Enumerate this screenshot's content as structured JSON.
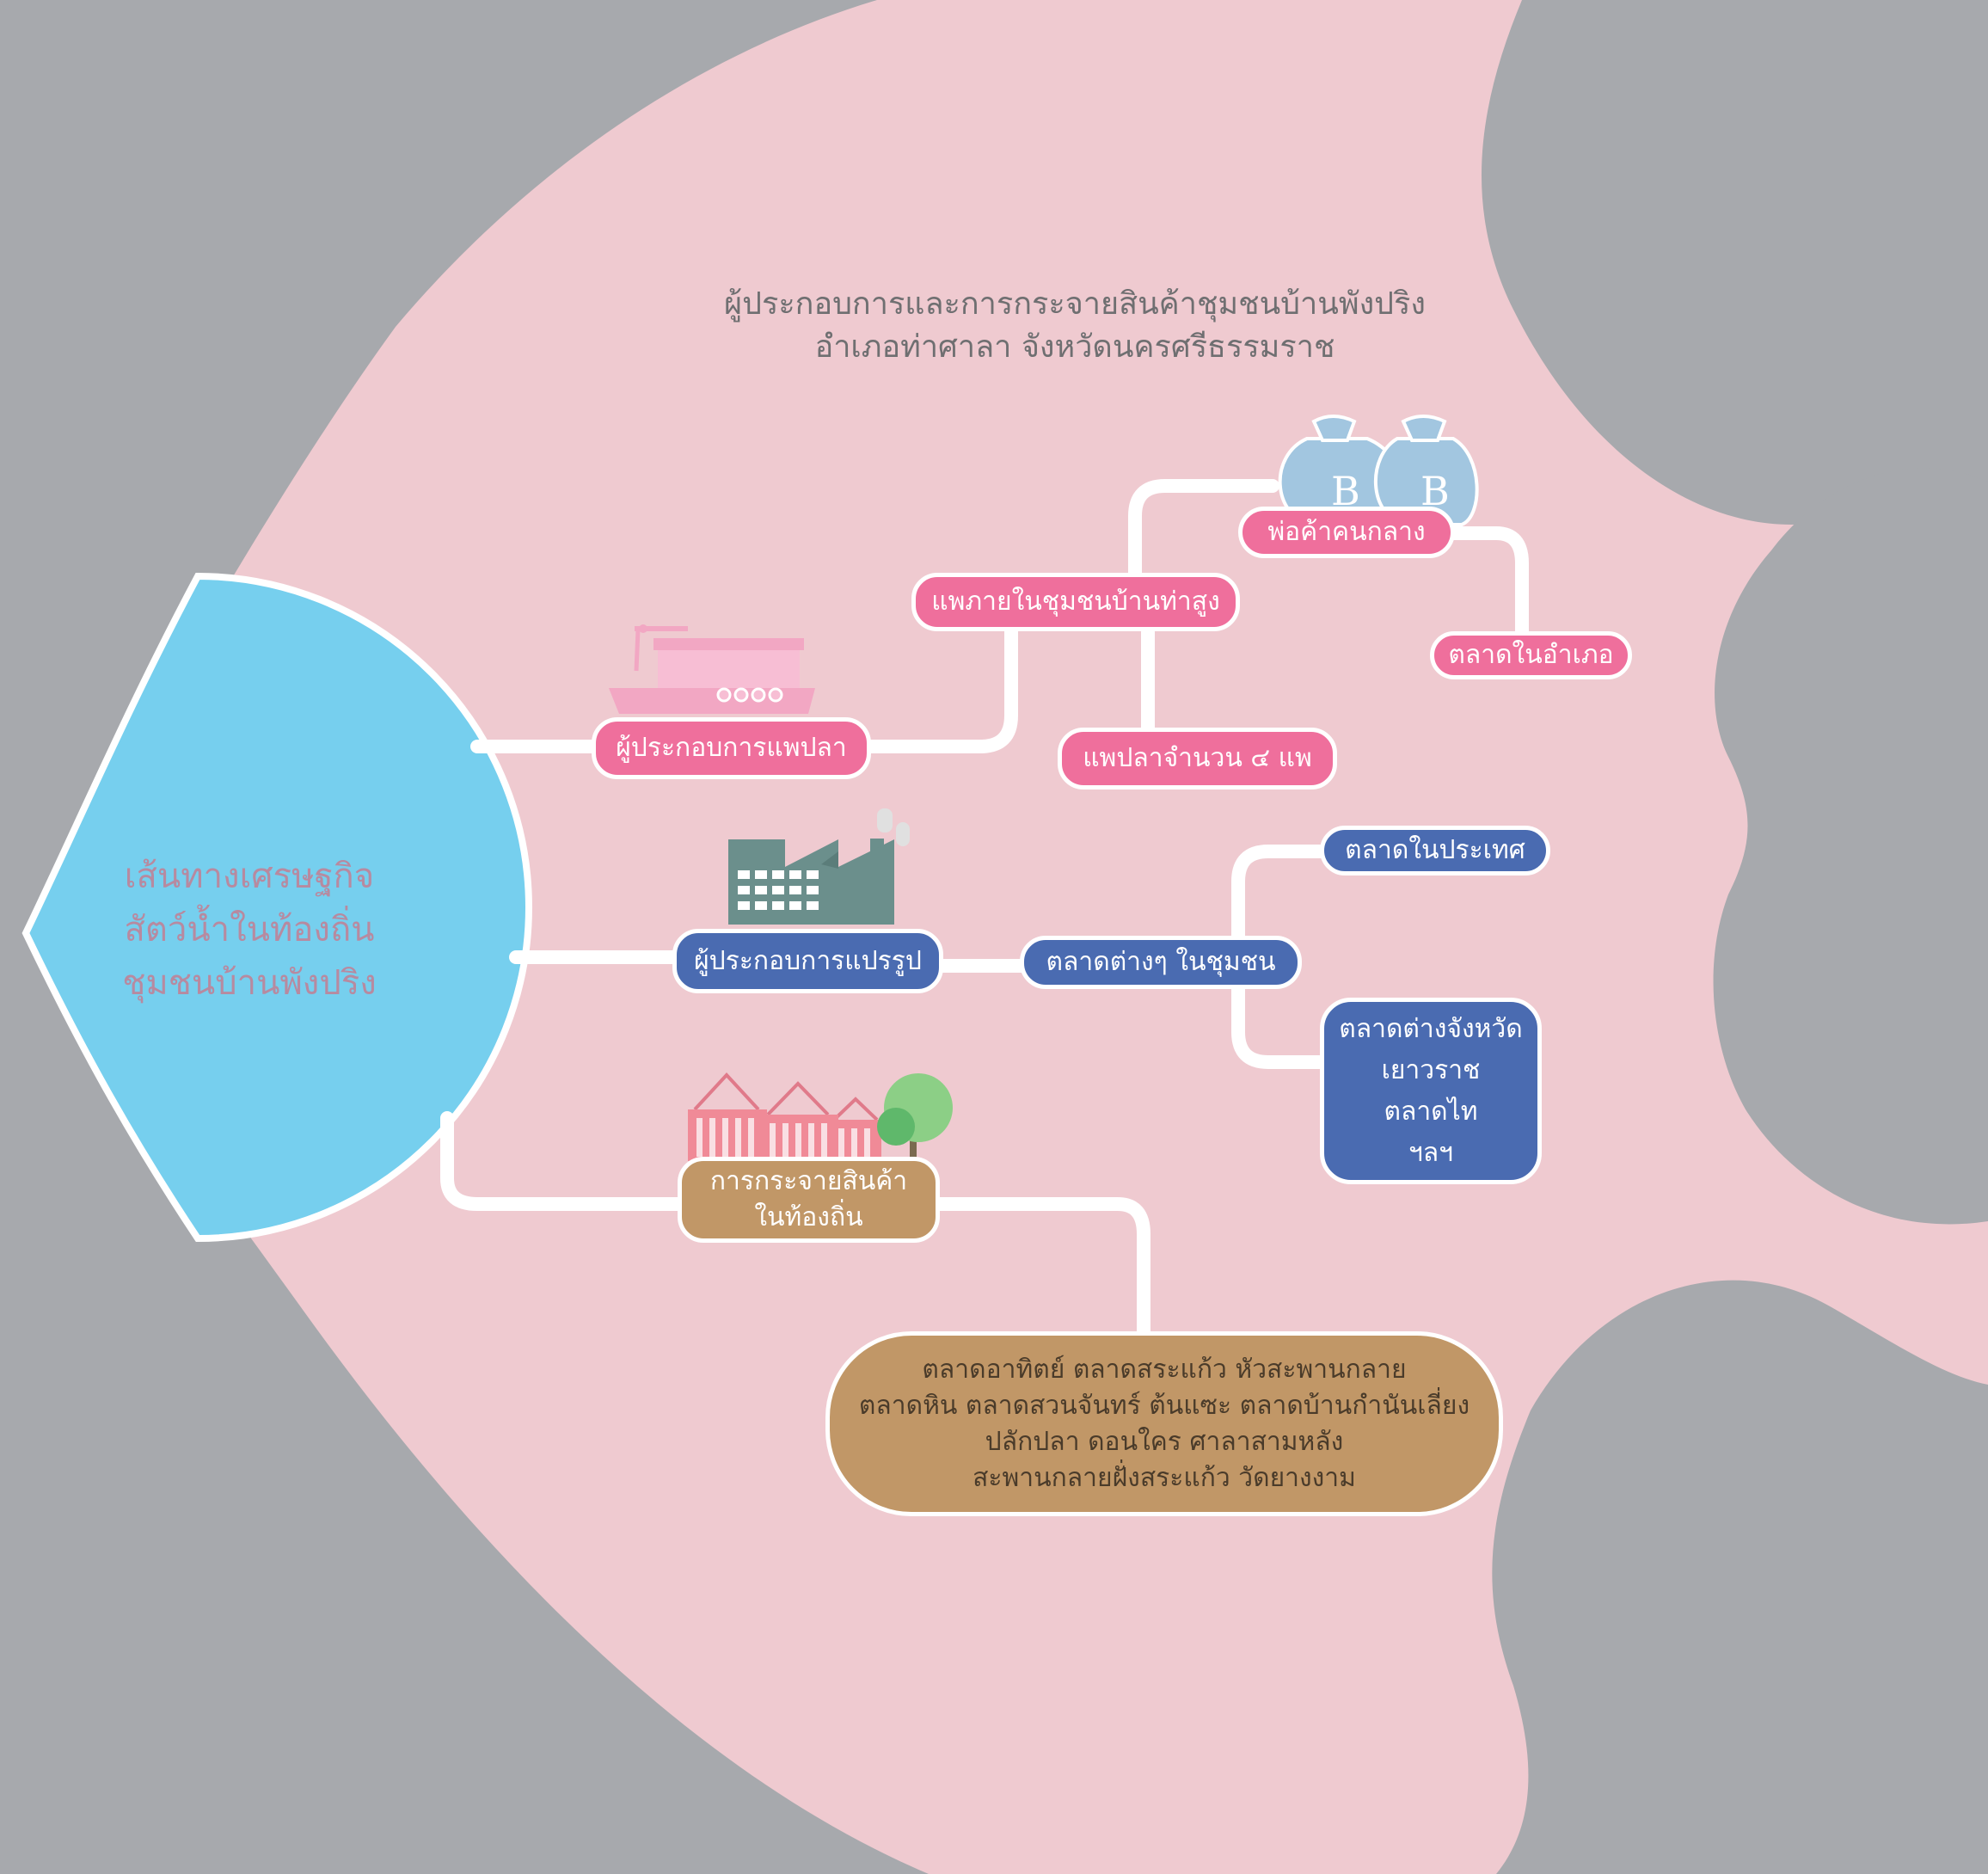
{
  "title": {
    "line1": "ผู้ประกอบการและการกระจายสินค้าชุมชนบ้านพังปริง",
    "line2": "อำเภอท่าศาลา จังหวัดนครศรีธรรมราช"
  },
  "hub": {
    "line1": "เส้นทางเศรษฐกิจ",
    "line2": "สัตว์น้ำในท้องถิ่น",
    "line3": "ชุมชนบ้านพังปริง"
  },
  "raft": {
    "operator": "ผู้ประกอบการแพปลา",
    "village_raft": "แพภายในชุมชนบ้านท่าสูง",
    "raft_count": "แพปลาจำนวน ๔ แพ",
    "middleman": "พ่อค้าคนกลาง",
    "district_market": "ตลาดในอำเภอ"
  },
  "processing": {
    "operator": "ผู้ประกอบการแปรรูป",
    "community_markets": "ตลาดต่างๆ ในชุมชน",
    "domestic_market": "ตลาดในประเทศ",
    "provincial_markets": [
      "ตลาดต่างจังหวัด",
      "เยาวราช",
      "ตลาดไท",
      "ฯลฯ"
    ]
  },
  "distribution": {
    "label_lines": [
      "การกระจายสินค้า",
      "ในท้องถิ่น"
    ],
    "markets_lines": [
      "ตลาดอาทิตย์ ตลาดสระแก้ว หัวสะพานกลาย",
      "ตลาดหิน ตลาดสวนจันทร์ ต้นแซะ ตลาดบ้านกำนันเลี่ยง",
      "ปลักปลา ดอนใคร ศาลาสามหลัง",
      "สะพานกลายฝั่งสระแก้ว วัดยางงาม"
    ]
  },
  "money_bag_symbols": [
    "B",
    "B"
  ],
  "colors": {
    "background": "#a7a9ad",
    "fish_body": "#efcad0",
    "hub": "#76cfee",
    "pink_node": "#ef6f9c",
    "blue_node": "#4a6bb1",
    "brown_node": "#c19767",
    "connector": "#ffffff"
  },
  "icons": [
    "boat-icon",
    "money-bags-icon",
    "factory-icon",
    "market-stalls-icon",
    "tree-icon"
  ]
}
